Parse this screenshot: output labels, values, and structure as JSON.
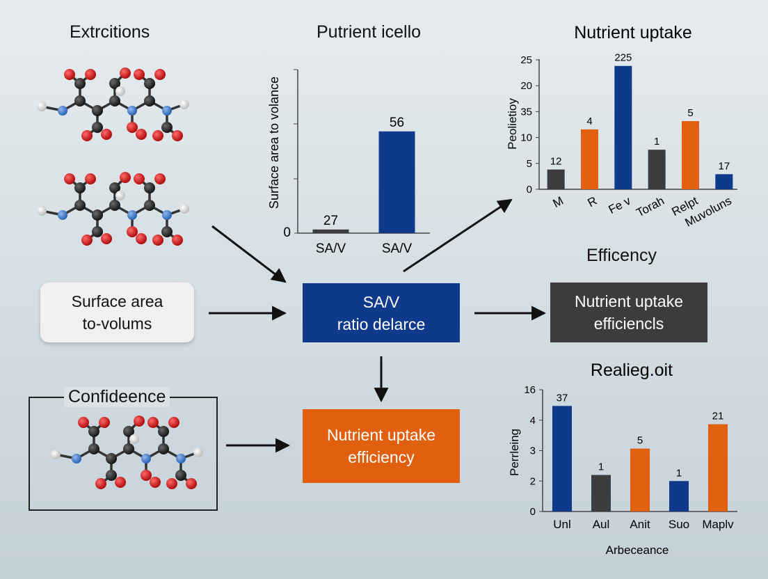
{
  "panels": {
    "left_title": "Extrcitions",
    "middle_title": "Putrient icello",
    "confidence_label": "Confideence"
  },
  "boxes": {
    "surface_area": "Surface area\nto-volums",
    "sa_v_ratio": "SA/V\nratio delarce",
    "nutrient_uptake_orange": "Nutrient uptake\nefficiency",
    "efficiency_title": "Efficency",
    "nutrient_uptake_dark": "Nutrient uptake\nefficiencls"
  },
  "colors": {
    "blue": "#0f3a8c",
    "orange": "#e0600f",
    "dark": "#3c3c3e",
    "light_box": "#f1f1f1",
    "atom_red": "#d11818",
    "atom_black": "#2a2a2a",
    "atom_blue": "#3f7fd0",
    "atom_white": "#f2f2f2"
  },
  "chart_data": [
    {
      "type": "bar",
      "title": "",
      "ylabel": "Surface area to volance",
      "categories": [
        "SA/V",
        "SA/V"
      ],
      "values": [
        2,
        56
      ],
      "data_labels": [
        "27",
        "56"
      ],
      "ytick_labels": [
        "0"
      ],
      "ylim": [
        0,
        90
      ],
      "bar_colors": [
        "#3c3c3e",
        "#0f3a8c"
      ]
    },
    {
      "type": "bar",
      "title": "Nutrient uptake",
      "ylabel": "Peolietioy",
      "categories": [
        "M",
        "R",
        "Fe v",
        "Torah",
        "Relpt",
        "Muvoluns"
      ],
      "values": [
        3.8,
        11.5,
        23.7,
        7.6,
        13.1,
        2.9
      ],
      "data_labels": [
        "12",
        "4",
        "225",
        "1",
        "5",
        "17"
      ],
      "ytick_labels": [
        "0",
        "5",
        "10",
        "35",
        "20",
        "25"
      ],
      "ylim": [
        0,
        25
      ],
      "bar_colors": [
        "#3c3c3e",
        "#e0600f",
        "#0f3a8c",
        "#3c3c3e",
        "#e0600f",
        "#0f3a8c"
      ]
    },
    {
      "type": "bar",
      "title": "Realieg.oit",
      "ylabel": "Perrleing",
      "xlabel": "Arbeceance",
      "categories": [
        "Unl",
        "Aul",
        "Anit",
        "Suo",
        "Maplv"
      ],
      "values": [
        5.2,
        1.8,
        3.1,
        1.5,
        4.3
      ],
      "data_labels": [
        "37",
        "1",
        "5",
        "1",
        "21"
      ],
      "ytick_labels": [
        "0",
        "2",
        "3",
        "4",
        "16"
      ],
      "ylim": [
        0,
        6
      ],
      "bar_colors": [
        "#0f3a8c",
        "#3c3c3e",
        "#e0600f",
        "#0f3a8c",
        "#e0600f"
      ]
    }
  ]
}
